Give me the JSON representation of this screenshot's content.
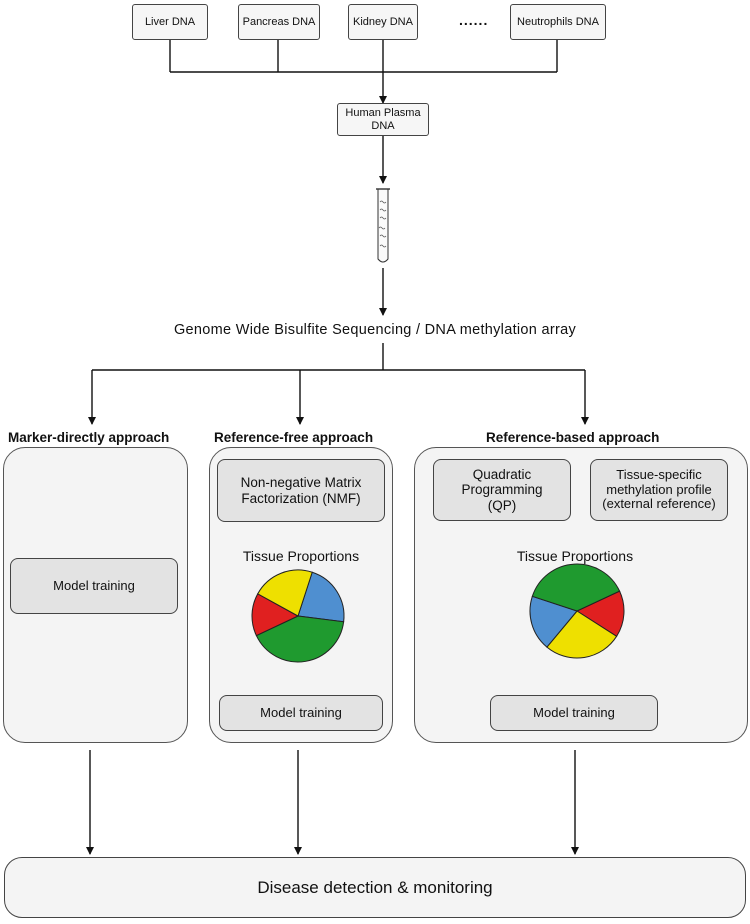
{
  "sources": [
    {
      "label": "Liver DNA"
    },
    {
      "label": "Pancreas DNA"
    },
    {
      "label": "Kidney DNA"
    },
    {
      "label": "......"
    },
    {
      "label": "Neutrophils DNA"
    }
  ],
  "plasma": {
    "label": "Human Plasma DNA"
  },
  "sequencing": {
    "label": "Genome Wide Bisulfite Sequencing / DNA methylation array"
  },
  "approaches": {
    "marker": {
      "title": "Marker-directly approach",
      "model_label": "Model training"
    },
    "free": {
      "title": "Reference-free approach",
      "method_label": "Non-negative Matrix Factorization (NMF)",
      "proportions_label": "Tissue Proportions",
      "model_label": "Model training"
    },
    "based": {
      "title": "Reference-based approach",
      "method_label": "Quadratic Programming (QP)",
      "reference_label": "Tissue-specific methylation profile (external reference)",
      "proportions_label": "Tissue Proportions",
      "model_label": "Model training"
    }
  },
  "outcome": {
    "label": "Disease detection & monitoring"
  },
  "colors": {
    "green": "#1f9a2f",
    "red": "#e02020",
    "yellow": "#eee000",
    "blue": "#4f8fd0"
  },
  "pie_free": [
    {
      "color": "blue",
      "fraction": 0.22
    },
    {
      "color": "green",
      "fraction": 0.41
    },
    {
      "color": "red",
      "fraction": 0.15
    },
    {
      "color": "yellow",
      "fraction": 0.22
    }
  ],
  "pie_based": [
    {
      "color": "red",
      "fraction": 0.16
    },
    {
      "color": "yellow",
      "fraction": 0.27
    },
    {
      "color": "blue",
      "fraction": 0.19
    },
    {
      "color": "green",
      "fraction": 0.38
    }
  ]
}
